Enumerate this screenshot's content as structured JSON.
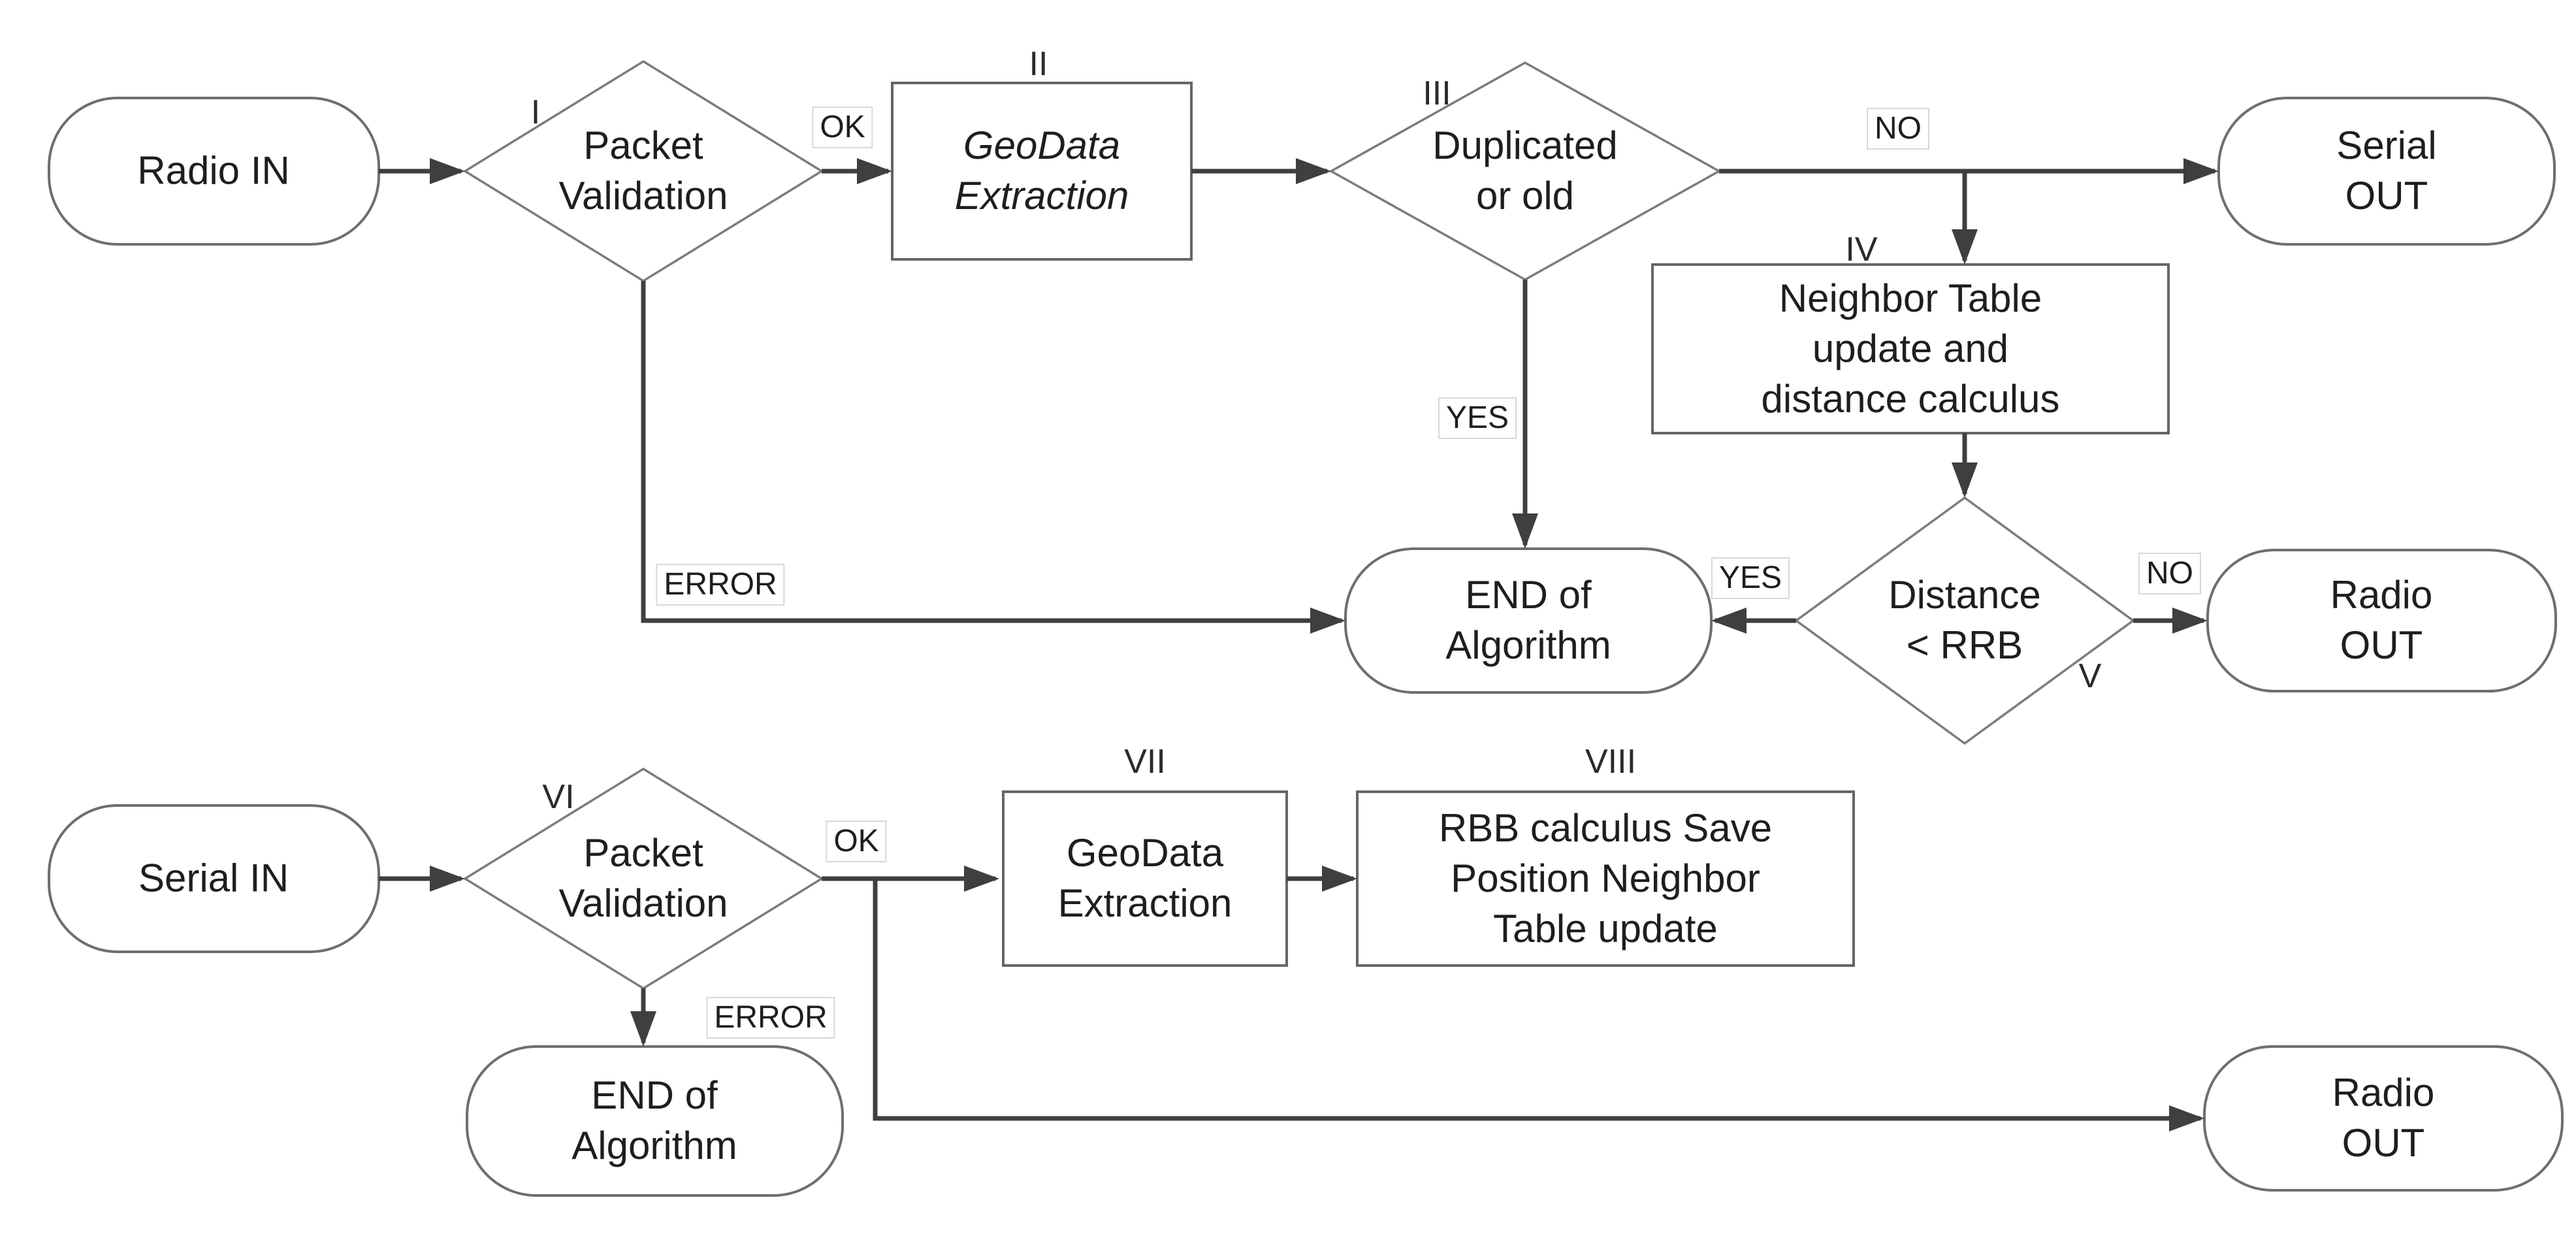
{
  "diagram": {
    "background_color": "#ffffff",
    "connector_color": "#3f3f3f",
    "shape_border_color": "#6e6e6e",
    "text_color": "#1e1e1e",
    "label_box_border_color": "#d8d8d8"
  },
  "nodes": {
    "radio_in": {
      "type": "terminator",
      "label": "Radio IN"
    },
    "decision1": {
      "type": "decision",
      "numeral": "I",
      "label": "Packet\nValidation"
    },
    "process2": {
      "type": "process",
      "numeral": "II",
      "label": "GeoData\nExtraction"
    },
    "decision3": {
      "type": "decision",
      "numeral": "III",
      "label": "Duplicated\nor old"
    },
    "serial_out": {
      "type": "terminator",
      "label": "Serial OUT"
    },
    "process4": {
      "type": "process",
      "numeral": "IV",
      "label": "Neighbor Table\nupdate and\ndistance calculus"
    },
    "end1": {
      "type": "terminator",
      "label": "END of\nAlgorithm"
    },
    "decision5": {
      "type": "decision",
      "numeral": "V",
      "label": "Distance\n< RRB"
    },
    "radio_out1": {
      "type": "terminator",
      "label": "Radio OUT"
    },
    "serial_in": {
      "type": "terminator",
      "label": "Serial IN"
    },
    "decision6": {
      "type": "decision",
      "numeral": "VI",
      "label": "Packet\nValidation"
    },
    "process7": {
      "type": "process",
      "numeral": "VII",
      "label": "GeoData\nExtraction"
    },
    "process8": {
      "type": "process",
      "numeral": "VIII",
      "label": "RBB calculus Save\nPosition Neighbor\nTable update"
    },
    "end2": {
      "type": "terminator",
      "label": "END of\nAlgorithm"
    },
    "radio_out2": {
      "type": "terminator",
      "label": "Radio OUT"
    }
  },
  "edge_labels": {
    "ok1": "OK",
    "no1": "NO",
    "yes1": "YES",
    "error1": "ERROR",
    "yes2": "YES",
    "no2": "NO",
    "ok2": "OK",
    "error2": "ERROR"
  }
}
